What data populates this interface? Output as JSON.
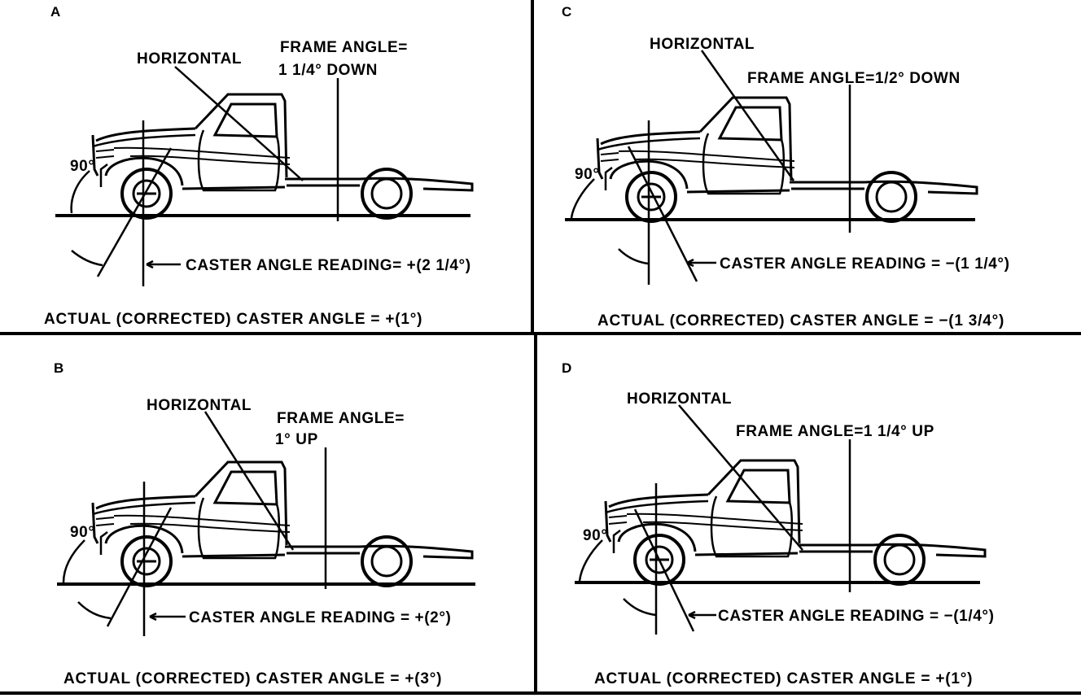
{
  "panels": [
    {
      "letter": "A",
      "horizontal_label": "HORIZONTAL",
      "frame_angle_line1": "FRAME ANGLE=",
      "frame_angle_line2": "1 1/4° DOWN",
      "ninety_label": "90°",
      "caster_reading": "CASTER ANGLE READING= +(2 1/4°)",
      "actual_caster": "ACTUAL (CORRECTED) CASTER ANGLE = +(1°)"
    },
    {
      "letter": "C",
      "horizontal_label": "HORIZONTAL",
      "frame_angle_line1": "FRAME ANGLE=1/2° DOWN",
      "frame_angle_line2": "",
      "ninety_label": "90°",
      "caster_reading": "CASTER ANGLE READING = −(1 1/4°)",
      "actual_caster": "ACTUAL (CORRECTED) CASTER ANGLE = −(1 3/4°)"
    },
    {
      "letter": "B",
      "horizontal_label": "HORIZONTAL",
      "frame_angle_line1": "FRAME ANGLE=",
      "frame_angle_line2": "1° UP",
      "ninety_label": "90°",
      "caster_reading": "CASTER ANGLE READING = +(2°)",
      "actual_caster": "ACTUAL (CORRECTED) CASTER ANGLE = +(3°)"
    },
    {
      "letter": "D",
      "horizontal_label": "HORIZONTAL",
      "frame_angle_line1": "FRAME ANGLE=1 1/4° UP",
      "frame_angle_line2": "",
      "ninety_label": "90°",
      "caster_reading": "CASTER ANGLE READING = −(1/4°)",
      "actual_caster": "ACTUAL (CORRECTED) CASTER ANGLE = +(1°)"
    }
  ]
}
